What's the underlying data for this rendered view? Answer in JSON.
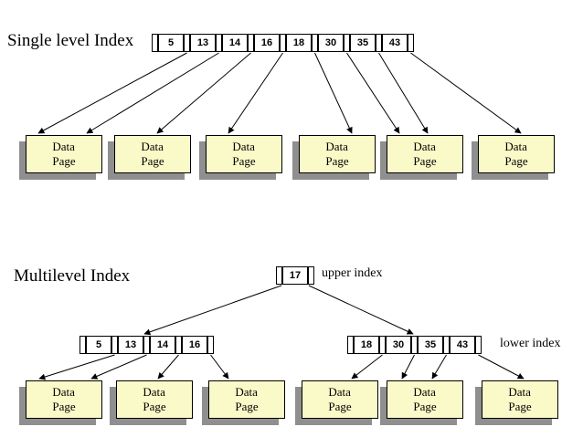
{
  "colors": {
    "background": "#FFFFFF",
    "page_fill": "#FAFAC8",
    "page_shadow": "#8F8F8F",
    "cell_fill": "#FFFFFF",
    "line": "#000000",
    "text": "#000000"
  },
  "diagrams": {
    "single_level": {
      "title": "Single level Index",
      "index_keys": [
        "5",
        "13",
        "14",
        "16",
        "18",
        "30",
        "35",
        "43"
      ],
      "page_count": 6,
      "page_label": {
        "line1": "Data",
        "line2": "Page"
      },
      "links": [
        {
          "key": "5",
          "page": 1
        },
        {
          "key": "13",
          "page": 1
        },
        {
          "key": "14",
          "page": 2
        },
        {
          "key": "16",
          "page": 3
        },
        {
          "key": "18",
          "page": 4
        },
        {
          "key": "30",
          "page": 5
        },
        {
          "key": "35",
          "page": 5
        },
        {
          "key": "43",
          "page": 6
        }
      ]
    },
    "multilevel": {
      "title": "Multilevel Index",
      "upper_index_label": "upper index",
      "lower_index_label": "lower index",
      "upper_keys": [
        "17"
      ],
      "lower_strips": [
        {
          "keys": [
            "5",
            "13",
            "14",
            "16"
          ]
        },
        {
          "keys": [
            "18",
            "30",
            "35",
            "43"
          ]
        }
      ],
      "root_links": [
        {
          "from": "17",
          "to_strip": 1
        },
        {
          "from": "17",
          "to_strip": 2
        }
      ],
      "page_count": 6,
      "page_label": {
        "line1": "Data",
        "line2": "Page"
      },
      "links": [
        {
          "key": "5",
          "page": 1
        },
        {
          "key": "13",
          "page": 1
        },
        {
          "key": "14",
          "page": 2
        },
        {
          "key": "16",
          "page": 3
        },
        {
          "key": "18",
          "page": 4
        },
        {
          "key": "30",
          "page": 5
        },
        {
          "key": "35",
          "page": 5
        },
        {
          "key": "43",
          "page": 6
        }
      ]
    }
  }
}
